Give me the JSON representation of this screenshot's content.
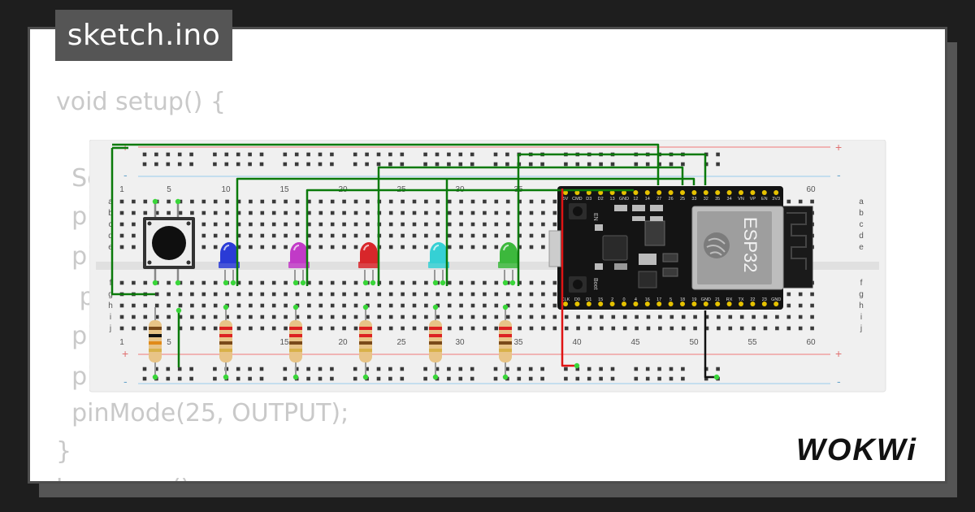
{
  "title": "sketch.ino",
  "code_lines": [
    "void setup() {",
    "  Se",
    "  pi",
    "  pi",
    "   p",
    "  pi",
    "  pi",
    "  pinMode(25, OUTPUT);",
    "}",
    "l              ()"
  ],
  "breadboard": {
    "column_labels": [
      "1",
      "5",
      "10",
      "15",
      "20",
      "25",
      "30",
      "35",
      "40",
      "45",
      "50",
      "55",
      "60"
    ],
    "row_labels_top": [
      "a",
      "b",
      "c",
      "d",
      "e"
    ],
    "row_labels_bottom": [
      "f",
      "g",
      "h",
      "i",
      "j"
    ],
    "rail_plus": "+",
    "rail_minus": "-"
  },
  "board": {
    "label": "ESP32",
    "en_label": "EN",
    "boot_label": "Boot",
    "top_pins": [
      "CLK",
      "D0",
      "D1",
      "15",
      "2",
      "0",
      "4",
      "16",
      "17",
      "5",
      "18",
      "19",
      "GND",
      "21",
      "RX",
      "TX",
      "22",
      "23",
      "GND"
    ],
    "bottom_pins": [
      "3V3",
      "EN",
      "VP",
      "VN",
      "34",
      "35",
      "32",
      "33",
      "25",
      "26",
      "27",
      "14",
      "12",
      "GND",
      "13",
      "D2",
      "D3",
      "CMD",
      "5V"
    ]
  },
  "leds": [
    {
      "name": "blue",
      "color": "#2a3bd6"
    },
    {
      "name": "magenta",
      "color": "#c13ac7"
    },
    {
      "name": "red",
      "color": "#d8262a"
    },
    {
      "name": "cyan",
      "color": "#35d0d4"
    },
    {
      "name": "green",
      "color": "#3cb83c"
    }
  ],
  "brand": "WOKWi",
  "colors": {
    "wire_green": "#0a7a0a",
    "wire_red": "#e01414",
    "wire_black": "#111111",
    "rail_red": "#f08080",
    "rail_blue": "#a8cfe8",
    "dot": "#3a3a3a",
    "pin_green": "#39d639"
  }
}
